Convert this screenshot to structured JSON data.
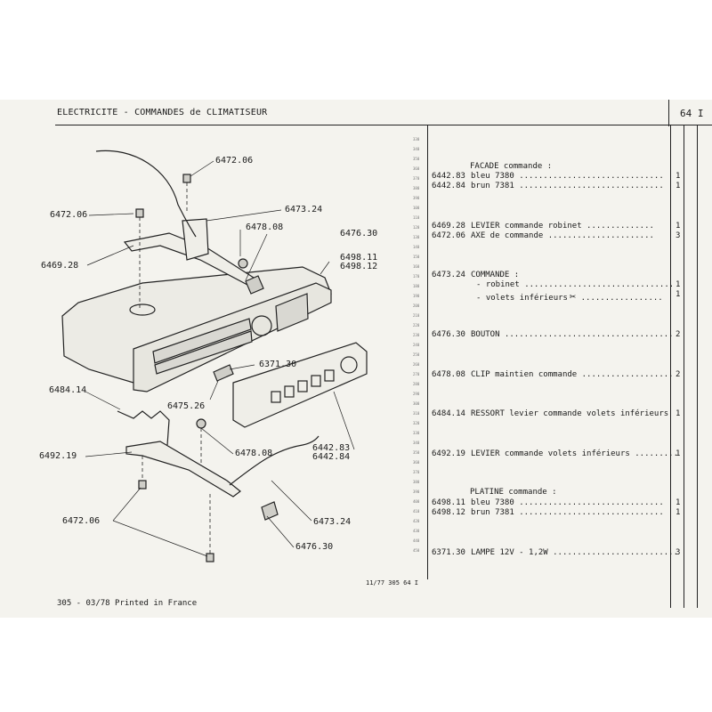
{
  "header": {
    "title": "ELECTRICITE - COMMANDES de CLIMATISEUR",
    "page": "64 I"
  },
  "diagram_labels": [
    "6472.06",
    "6472.06",
    "6473.24",
    "6478.08",
    "6476.30",
    "6469.28",
    "6498.11",
    "6498.12",
    "6371.30",
    "6484.14",
    "6475.26",
    "6492.19",
    "6478.08",
    "6442.83",
    "6442.84",
    "6472.06",
    "6473.24",
    "6476.30"
  ],
  "ruler_ticks": [
    "330",
    "340",
    "350",
    "360",
    "370",
    "380",
    "390",
    "100",
    "110",
    "120",
    "130",
    "140",
    "150",
    "160",
    "170",
    "180",
    "190",
    "200",
    "210",
    "220",
    "230",
    "240",
    "250",
    "260",
    "270",
    "280",
    "290",
    "300",
    "310",
    "320",
    "330",
    "340",
    "350",
    "360",
    "370",
    "380",
    "390",
    "400",
    "410",
    "420",
    "430",
    "440",
    "450"
  ],
  "parts": [
    {
      "group": "FACADE commande :",
      "rows": [
        {
          "code": "6442.83",
          "desc": "bleu 7380",
          "qty": "1"
        },
        {
          "code": "6442.84",
          "desc": "brun 7381",
          "qty": "1"
        }
      ]
    },
    {
      "rows": [
        {
          "code": "6469.28",
          "desc": "LEVIER commande robinet",
          "qty": "1"
        },
        {
          "code": "6472.06",
          "desc": "AXE de commande",
          "qty": "3"
        }
      ]
    },
    {
      "rows": [
        {
          "code": "6473.24",
          "desc": "COMMANDE :",
          "qty": ""
        },
        {
          "code": "",
          "desc": "- robinet",
          "qty": "1"
        },
        {
          "code": "",
          "desc": "- volets inférieurs",
          "qty": "1",
          "mark": "✂"
        }
      ]
    },
    {
      "rows": [
        {
          "code": "6476.30",
          "desc": "BOUTON",
          "qty": "2"
        }
      ]
    },
    {
      "rows": [
        {
          "code": "6478.08",
          "desc": "CLIP maintien commande",
          "qty": "2"
        }
      ]
    },
    {
      "rows": [
        {
          "code": "6484.14",
          "desc": "RESSORT levier commande volets inférieurs",
          "qty": "1"
        }
      ]
    },
    {
      "rows": [
        {
          "code": "6492.19",
          "desc": "LEVIER commande volets inférieurs",
          "qty": "1"
        }
      ]
    },
    {
      "group": "PLATINE commande :",
      "rows": [
        {
          "code": "6498.11",
          "desc": "bleu 7380",
          "qty": "1"
        },
        {
          "code": "6498.12",
          "desc": "brun 7381",
          "qty": "1"
        }
      ]
    },
    {
      "rows": [
        {
          "code": "6371.30",
          "desc": "LAMPE 12V - 1,2W",
          "qty": "3"
        }
      ]
    }
  ],
  "footer": {
    "left": "305 - 03/78 Printed in France",
    "right": "11/77 305 64 I"
  }
}
